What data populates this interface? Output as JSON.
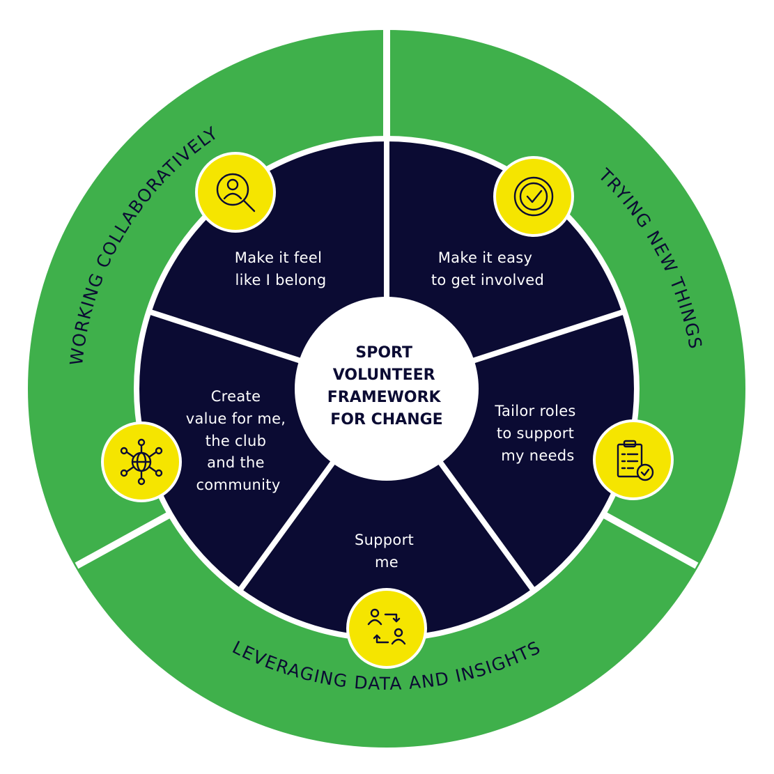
{
  "center": {
    "lines": [
      "SPORT",
      "VOLUNTEER",
      "FRAMEWORK",
      "FOR CHANGE"
    ]
  },
  "segments": [
    {
      "id": "belong",
      "lines": [
        "Make it feel",
        "like I belong"
      ],
      "icon": "person-search-icon"
    },
    {
      "id": "easy",
      "lines": [
        "Make it easy",
        "to get involved"
      ],
      "icon": "checkmark-circle-icon"
    },
    {
      "id": "tailor",
      "lines": [
        "Tailor roles",
        "to support",
        "my needs"
      ],
      "icon": "clipboard-check-icon"
    },
    {
      "id": "support",
      "lines": [
        "Support",
        "me"
      ],
      "icon": "people-exchange-icon"
    },
    {
      "id": "value",
      "lines": [
        "Create",
        "value for me,",
        "the club",
        "and the",
        "community"
      ],
      "icon": "globe-network-icon"
    }
  ],
  "ring": {
    "working": "WORKING COLLABORATIVELY",
    "trying": "TRYING NEW THINGS",
    "leveraging": "LEVERAGING DATA AND INSIGHTS"
  },
  "colors": {
    "ring": "#3fb04b",
    "segment": "#0b0b33",
    "icon_bg": "#f5e500",
    "divider": "#ffffff"
  }
}
